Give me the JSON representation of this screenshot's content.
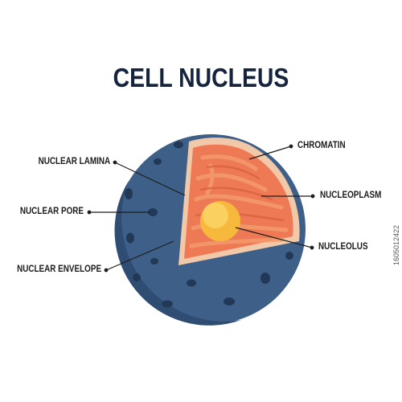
{
  "title": "CELL NUCLEUS",
  "labels": {
    "nuclear_lamina": "NUCLEAR LAMINA",
    "nuclear_pore": "NUCLEAR PORE",
    "nuclear_envelope": "NUCLEAR ENVELOPE",
    "chromatin": "CHROMATIN",
    "nucleoplasm": "NUCLEOPLASM",
    "nucleolus": "NUCLEOLUS"
  },
  "side_id": "1605012422",
  "colors": {
    "envelope": "#3e6088",
    "envelope_dark": "#2e4a6e",
    "pore": "#223a5a",
    "lamina": "#f2c9a8",
    "nucleoplasm": "#ee7a55",
    "chromatin": "#f39c6e",
    "nucleolus": "#f6b93c",
    "title": "#15243c"
  }
}
